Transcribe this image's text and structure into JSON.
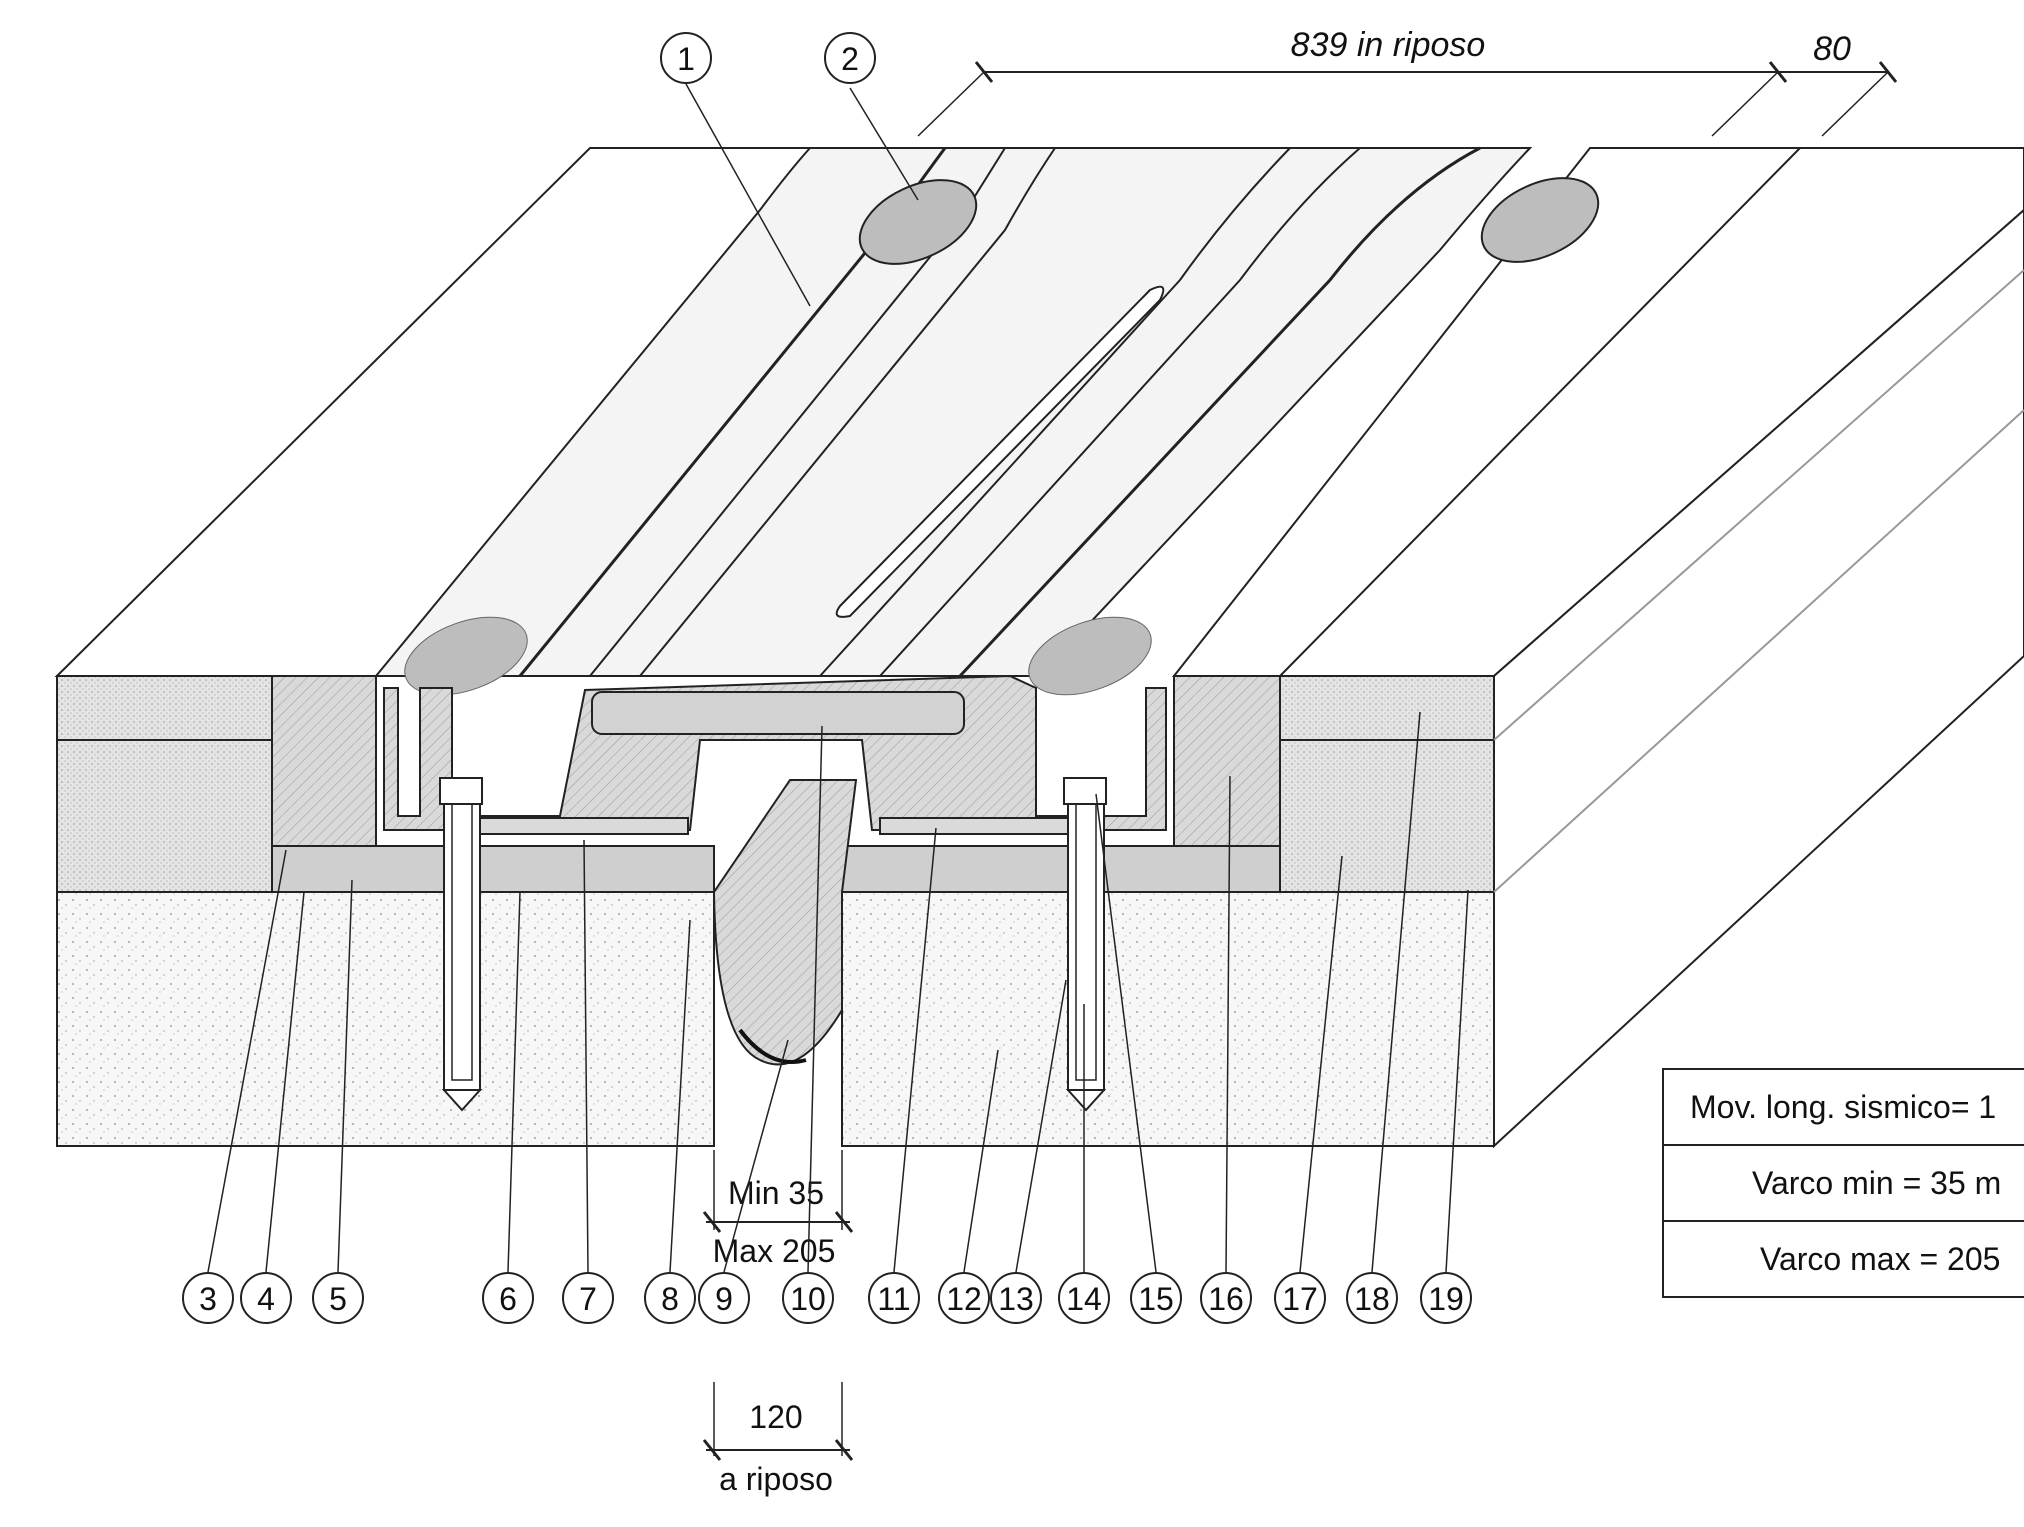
{
  "dimensions": {
    "rest_width": "839 in riposo",
    "side_width": "80",
    "gap_min": "Min 35",
    "gap_max": "Max 205",
    "gap_rest": "120",
    "gap_rest_label": "a riposo"
  },
  "callouts": [
    "1",
    "2",
    "3",
    "4",
    "5",
    "6",
    "7",
    "8",
    "9",
    "10",
    "11",
    "12",
    "13",
    "14",
    "15",
    "16",
    "17",
    "18",
    "19"
  ],
  "spec_table": {
    "row1": "Mov. long. sismico= 1",
    "row2": "Varco min = 35 m",
    "row3": "Varco max = 205"
  }
}
